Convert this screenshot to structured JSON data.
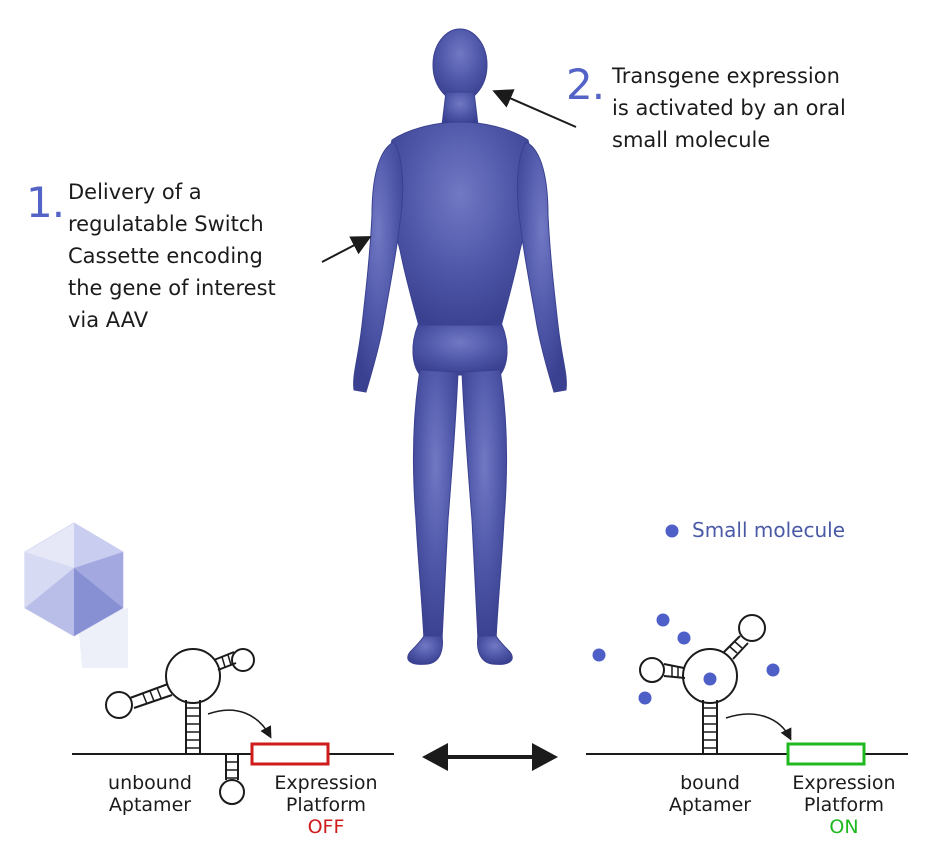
{
  "step1": {
    "number": "1.",
    "lines": [
      "Delivery of a",
      "regulatable Switch",
      "Cassette encoding",
      "the gene of interest",
      "via AAV"
    ]
  },
  "step2": {
    "number": "2.",
    "lines": [
      "Transgene expression",
      "is activated by an oral",
      "small molecule"
    ]
  },
  "legend": {
    "label": "Small molecule",
    "dot_color": "#4e5fc8"
  },
  "left_construct": {
    "aptamer_line1": "unbound",
    "aptamer_line2": "Aptamer",
    "platform_line1": "Expression",
    "platform_line2": "Platform",
    "state": "OFF",
    "state_color": "#d01b1b"
  },
  "right_construct": {
    "aptamer_line1": "bound",
    "aptamer_line2": "Aptamer",
    "platform_line1": "Expression",
    "platform_line2": "Platform",
    "state": "ON",
    "state_color": "#1fb81f"
  },
  "colors": {
    "figure": "#4a52a8",
    "accent": "#5463c6"
  }
}
